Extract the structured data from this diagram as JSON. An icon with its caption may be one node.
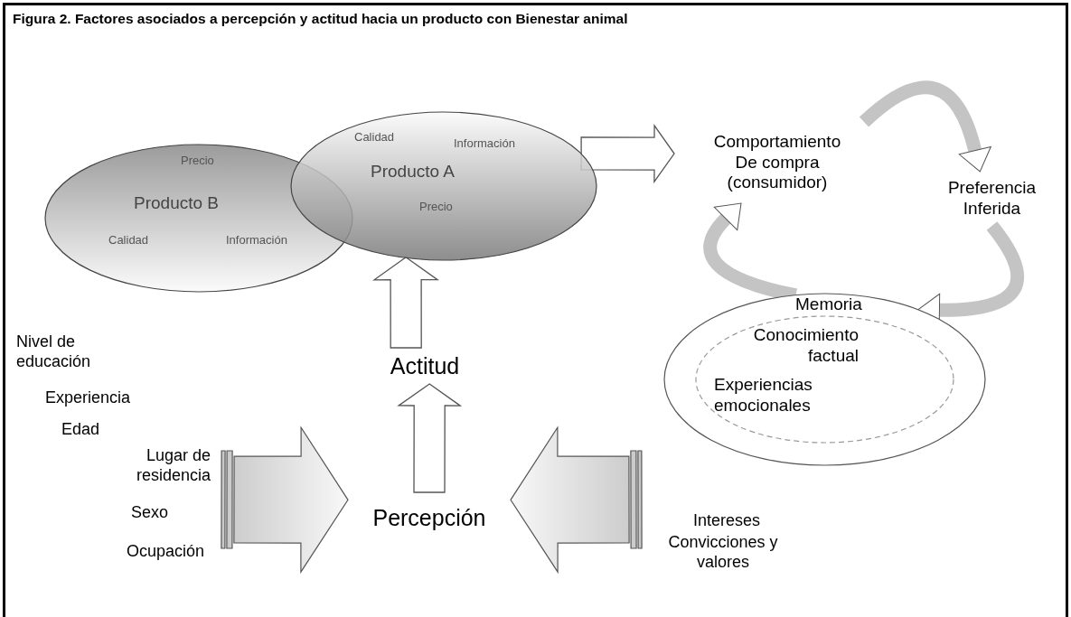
{
  "diagram": {
    "title": "Figura 2. Factores asociados a percepción y actitud hacia un producto con Bienestar animal",
    "nodes": [
      {
        "text": [
          "Precio",
          "Producto B",
          "Calidad",
          "Información"
        ]
      },
      {
        "text": [
          "Calidad",
          "Información",
          "Producto A",
          "Precio"
        ]
      },
      {
        "text": [
          "Comportamiento De compra (consumidor)"
        ]
      },
      {
        "text": [
          "Preferencia Inferida"
        ]
      },
      {
        "text": [
          "Memoria"
        ]
      },
      {
        "text": [
          "Conocimiento factual",
          "Experiencias emocionales"
        ],
        "in": 4
      },
      {
        "text": [
          "Actitud"
        ]
      },
      {
        "text": [
          "Percepción"
        ]
      }
    ],
    "edges": [
      {
        "from": 7,
        "to": 6,
        "arrow": "to"
      },
      {
        "from": 6,
        "to": 1,
        "arrow": "to"
      },
      {
        "from": 1,
        "to": 2,
        "arrow": "to"
      },
      {
        "from": 2,
        "to": 3,
        "arrow": "to"
      },
      {
        "from": 3,
        "to": 4,
        "arrow": "to"
      },
      {
        "from": 4,
        "to": 2,
        "arrow": "to"
      },
      {
        "from": null,
        "to": 7,
        "arrow": "to"
      },
      {
        "from": null,
        "to": 7,
        "arrow": "to"
      }
    ],
    "labels": [
      "Nivel de educación",
      "Experiencia",
      "Edad",
      "Lugar de residencia",
      "Sexo",
      "Ocupación",
      "Intereses",
      "Convicciones y valores"
    ]
  }
}
